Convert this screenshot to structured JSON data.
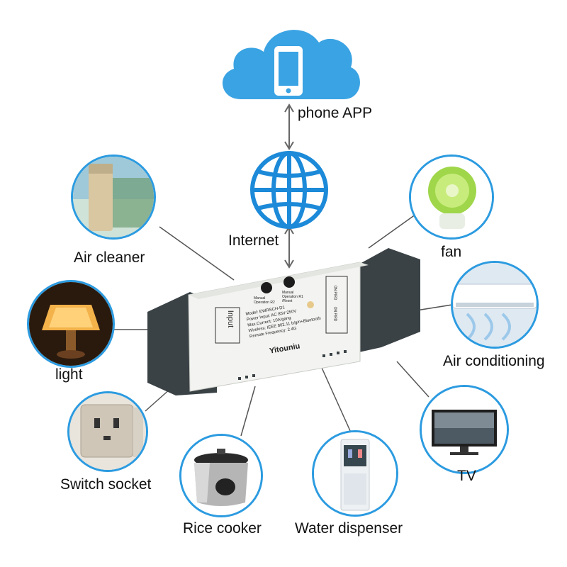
{
  "labels": {
    "phone_app": "phone APP",
    "internet": "Internet",
    "air_cleaner": "Air cleaner",
    "fan": "fan",
    "light": "light",
    "air_conditioning": "Air conditioning",
    "switch_socket": "Switch socket",
    "tv": "TV",
    "rice_cooker": "Rice cooker",
    "water_dispenser": "Water dispenser"
  },
  "device": {
    "brand": "Yitouniu",
    "input_label": "Input",
    "button_left_label": "Manual Operation R2",
    "button_right_label": "Manual Operation R1 /Reset",
    "spec_model": "Model: EWRSCH-D1",
    "spec_power": "Power Input: AC 85V-250V",
    "spec_current": "Max.Current: 10A/gang",
    "spec_wireless": "Wireless: IEEE 802.11 b/g/n+Bluetooth",
    "spec_frequency": "Remote Frequency: 2.4G",
    "terminal_1": "ON PIRD",
    "terminal_2": "ON PIRD"
  },
  "colors": {
    "accent_blue": "#2c9be0",
    "cloud_blue": "#3aa3e3",
    "device_dark": "#3a4246",
    "device_body": "#f3f4f1"
  },
  "icons": [
    "cloud-icon",
    "phone-icon",
    "globe-icon"
  ]
}
